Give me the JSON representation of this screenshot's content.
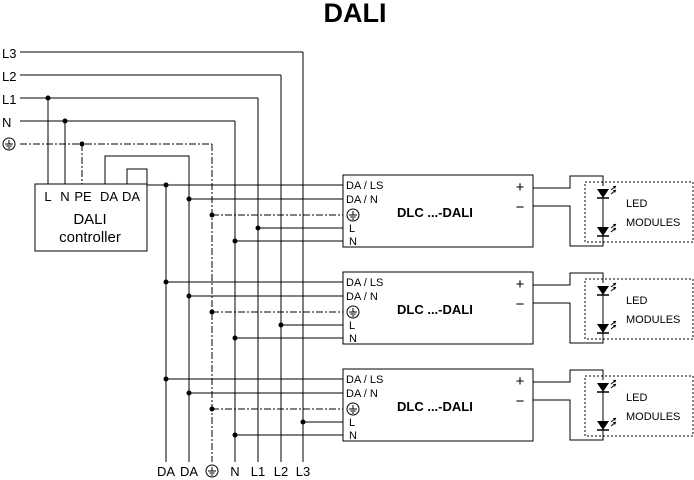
{
  "title": "DALI",
  "bus_lines": {
    "l3": "L3",
    "l2": "L2",
    "l1": "L1",
    "n": "N",
    "pe_symbol": "earth-symbol"
  },
  "controller": {
    "terminals": [
      "L",
      "N",
      "PE",
      "DA",
      "DA"
    ],
    "name_line1": "DALI",
    "name_line2": "controller"
  },
  "drivers": [
    {
      "inputs": [
        "DA / LS",
        "DA / N",
        "L",
        "N"
      ],
      "model": "DLC  ...-DALI",
      "out_plus": "+",
      "out_minus": "−",
      "led_line1": "LED",
      "led_line2": "MODULES"
    },
    {
      "inputs": [
        "DA / LS",
        "DA / N",
        "L",
        "N"
      ],
      "model": "DLC  ...-DALI",
      "out_plus": "+",
      "out_minus": "−",
      "led_line1": "LED",
      "led_line2": "MODULES"
    },
    {
      "inputs": [
        "DA / LS",
        "DA / N",
        "L",
        "N"
      ],
      "model": "DLC  ...-DALI",
      "out_plus": "+",
      "out_minus": "−",
      "led_line1": "LED",
      "led_line2": "MODULES"
    }
  ],
  "bottom_labels": [
    "DA",
    "DA",
    "N",
    "L1",
    "L2",
    "L3"
  ]
}
